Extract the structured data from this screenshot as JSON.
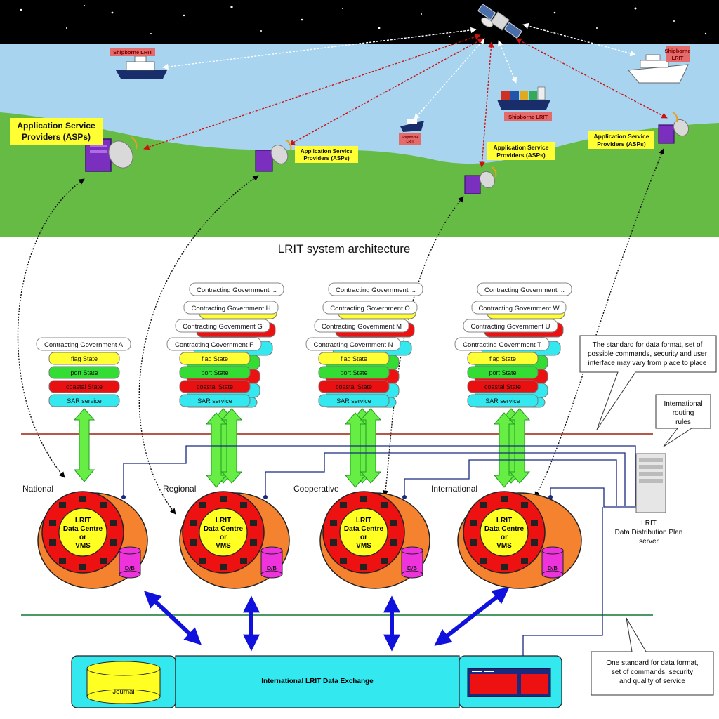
{
  "title": "LRIT system architecture",
  "shipborne": [
    "Shipborne LRIT",
    "Shipborne LRIT",
    "Shipborne LRIT",
    "Shipborne LRIT"
  ],
  "asp": [
    "Application Service Providers (ASPs)",
    "Application Service Providers (ASPs)",
    "Application Service Providers (ASPs)",
    "Application Service Providers (ASPs)"
  ],
  "roles": [
    "flag State",
    "port State",
    "coastal State",
    "SAR service"
  ],
  "groups": [
    {
      "category": "National",
      "governments": [
        "Contracting Government A"
      ]
    },
    {
      "category": "Regional",
      "governments": [
        "Contracting Government ...",
        "Contracting Government H",
        "Contracting Government G",
        "Contracting Government F"
      ]
    },
    {
      "category": "Cooperative",
      "governments": [
        "Contracting Government ...",
        "Contracting Government O",
        "Contracting Government M",
        "Contracting Government N"
      ]
    },
    {
      "category": "International",
      "governments": [
        "Contracting Government ...",
        "Contracting Government W",
        "Contracting Government U",
        "Contracting Government T"
      ]
    }
  ],
  "data_centre": {
    "line1": "LRIT",
    "line2": "Data Centre",
    "line3": "or",
    "line4": "VMS",
    "db": "D/B"
  },
  "callout_top": [
    "The standard for data format, set of",
    "possible commands, security and user",
    "interface may vary from place to place"
  ],
  "callout_routing": [
    "International",
    "routing",
    "rules"
  ],
  "callout_bottom": [
    "One standard for data format,",
    "set of commands, security",
    "and quality of service"
  ],
  "ddp": [
    "LRIT",
    "Data Distribution Plan",
    "server"
  ],
  "exchange": "International LRIT Data Exchange",
  "journal": "Journal",
  "colors": {
    "flag": "#ffff33",
    "port": "#33dd33",
    "coastal": "#e81010",
    "sar": "#33e8ee",
    "centre_outer": "#f5822f",
    "centre_red": "#ee1111",
    "centre_core": "#ffff22",
    "exchange": "#33e8ee",
    "arrow_green": "#66ee44",
    "arrow_blue": "#1111dd"
  }
}
